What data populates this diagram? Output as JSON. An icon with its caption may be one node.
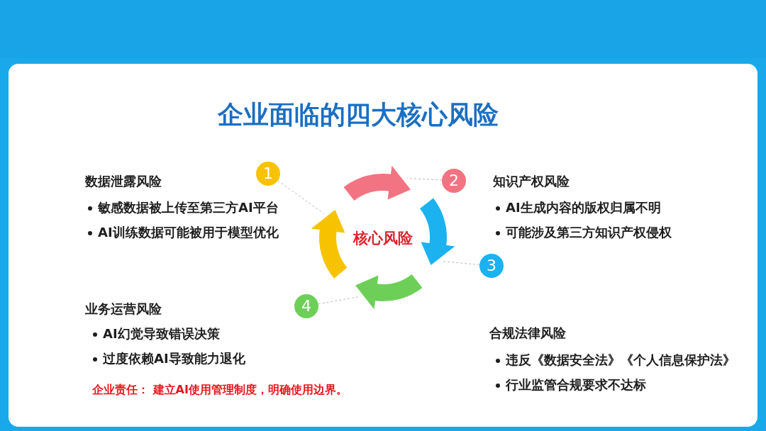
{
  "diagram": {
    "title": "企业面临的四大核心风险",
    "nodes": [
      {
        "text": [
          "1"
        ]
      },
      {
        "text": [
          "2"
        ]
      },
      {
        "text": [
          "3"
        ]
      },
      {
        "text": [
          "4"
        ]
      },
      {
        "text": [
          "核心风险"
        ]
      },
      {
        "text": [],
        "shape": "arrow"
      },
      {
        "text": [],
        "shape": "arrow"
      },
      {
        "text": [],
        "shape": "arrow"
      },
      {
        "text": [],
        "shape": "arrow"
      }
    ],
    "edges": [
      {
        "from": 0,
        "to": 5,
        "arrow": "none",
        "style": "dashed"
      },
      {
        "from": 1,
        "to": 6,
        "arrow": "none",
        "style": "dashed"
      },
      {
        "from": 2,
        "to": 7,
        "arrow": "none",
        "style": "dashed"
      },
      {
        "from": 3,
        "to": 8,
        "arrow": "none",
        "style": "dashed"
      }
    ],
    "labels": [
      "数据泄露风险",
      "敏感数据被上传至第三方AI平台",
      "AI训练数据可能被用于模型优化",
      "知识产权风险",
      "AI生成内容的版权归属不明",
      "可能涉及第三方知识产权侵权",
      "业务运营风险",
      "AI幻觉导致错误决策",
      "过度依赖AI导致能力退化",
      "企业责任： 建立AI使用管理制度，明确使用边界。",
      "合规法律风险",
      "违反《数据安全法》《个人信息保护法》",
      "行业监管合规要求不达标"
    ]
  }
}
